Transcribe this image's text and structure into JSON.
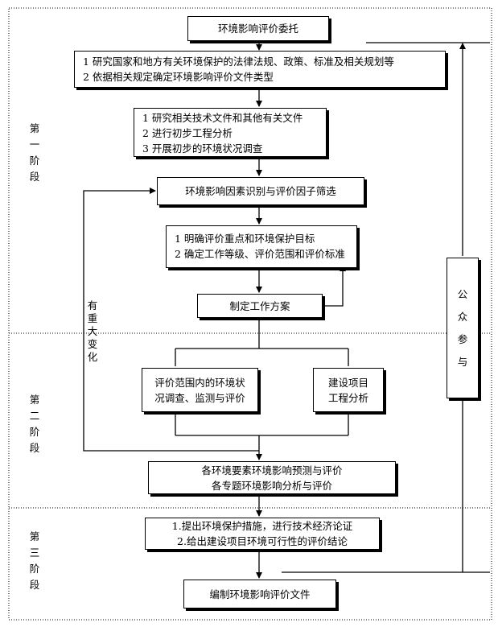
{
  "stages": {
    "stage1": [
      "第",
      "一",
      "阶",
      "段"
    ],
    "stage2": [
      "第",
      "二",
      "阶",
      "段"
    ],
    "stage3": [
      "第",
      "三",
      "阶",
      "段"
    ]
  },
  "boxes": {
    "entrust": "环境影响评价委托",
    "research": [
      "1 研究国家和地方有关环境保护的法律法规、政策、标准及相关规划等",
      "2 依据相关规定确定环境影响评价文件类型"
    ],
    "prelim": [
      "1 研究相关技术文件和其他有关文件",
      "2 进行初步工程分析",
      "3 开展初步的环境状况调查"
    ],
    "factors": "环境影响因素识别与评价因子筛选",
    "targets": [
      "1 明确评价重点和环境保护目标",
      "2 确定工作等级、评价范围和评价标准"
    ],
    "plan": "制定工作方案",
    "survey": [
      "评价范围内的环境状",
      "况调查、监测与评价"
    ],
    "project": [
      "建设项目",
      "工程分析"
    ],
    "predict": [
      "各环境要素环境影响预测与评价",
      "各专题环境影响分析与评价"
    ],
    "measures": [
      "1.提出环境保护措施，进行技术经济论证",
      "2.给出建设项目环境可行性的评价结论"
    ],
    "compile": "编制环境影响评价文件"
  },
  "feedback_label": [
    "有",
    "重",
    "大",
    "变",
    "化"
  ],
  "public": [
    "公",
    "众",
    "参",
    "与"
  ]
}
